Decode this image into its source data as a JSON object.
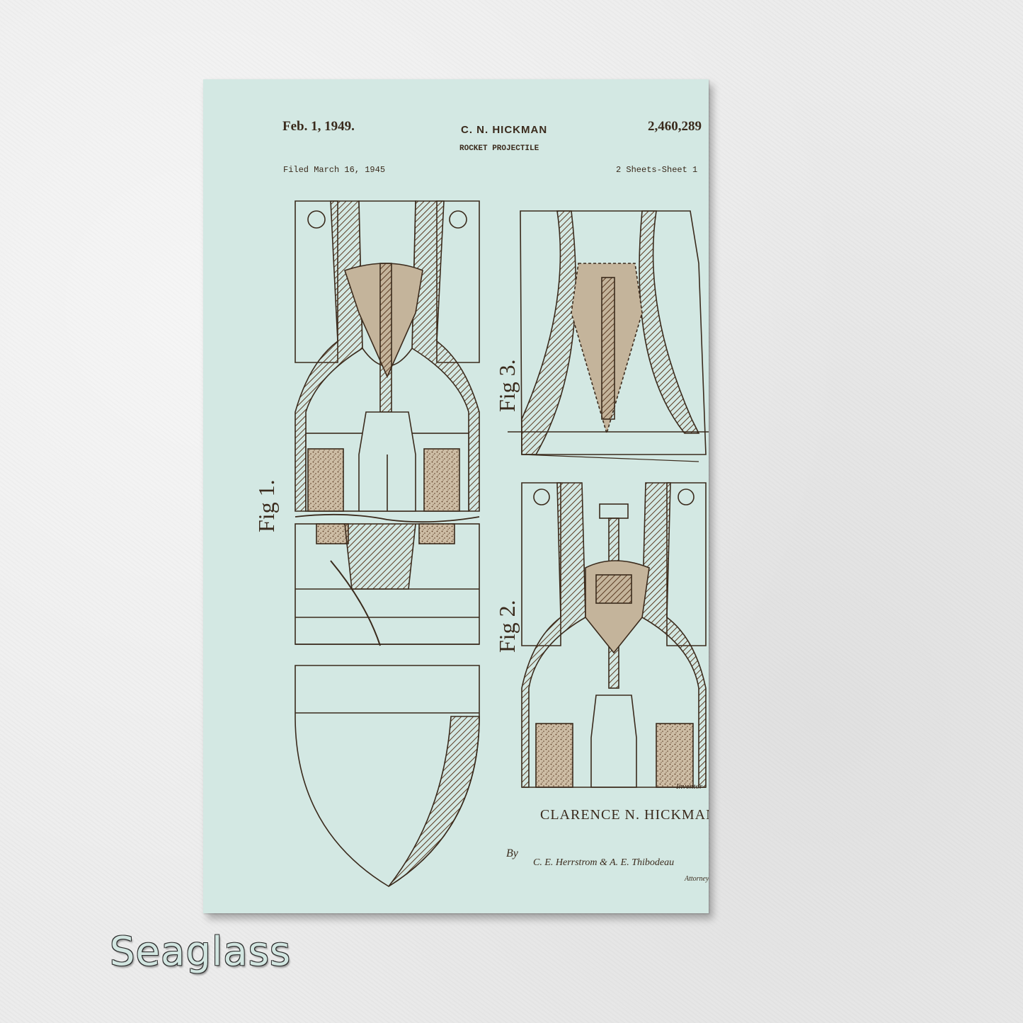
{
  "patent": {
    "date": "Feb. 1, 1949.",
    "inventor_header": "C. N. HICKMAN",
    "number": "2,460,289",
    "title": "ROCKET PROJECTILE",
    "filed": "Filed March 16, 1945",
    "sheets": "2 Sheets-Sheet 1"
  },
  "figures": {
    "fig1": "Fig 1.",
    "fig2": "Fig 2.",
    "fig3": "Fig 3."
  },
  "signature": {
    "inventor_label": "Inventor",
    "inventor_name": "CLARENCE N. HICKMAN,",
    "by": "By",
    "attorneys_names": "C. E. Herrstrom & A. E. Thibodeau",
    "attorneys_label": "Attorneys"
  },
  "caption": "Seaglass",
  "colors": {
    "paper": "#d3e8e3",
    "ink": "#3a2a1c",
    "wall": "#ececec"
  }
}
